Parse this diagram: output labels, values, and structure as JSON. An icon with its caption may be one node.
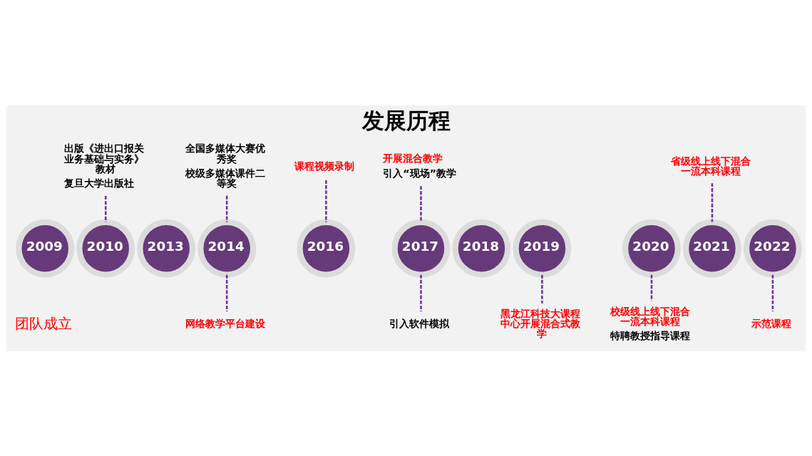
{
  "diagram": {
    "title": "发展历程",
    "nodes": [
      {
        "text": [
          "2009"
        ],
        "beside": [
          "团队成立"
        ]
      },
      {
        "text": [
          "2010"
        ]
      },
      {
        "text": [
          "2013"
        ]
      },
      {
        "text": [
          "2014"
        ]
      },
      {
        "text": [
          "2016"
        ]
      },
      {
        "text": [
          "2017"
        ]
      },
      {
        "text": [
          "2018"
        ]
      },
      {
        "text": [
          "2019"
        ]
      },
      {
        "text": [
          "2020"
        ]
      },
      {
        "text": [
          "2021"
        ]
      },
      {
        "text": [
          "2022"
        ]
      },
      {
        "text": [
          "出版《进出口报关业务基础与实务》教材",
          "复旦大学出版社"
        ]
      },
      {
        "text": [
          "全国多媒体大赛优秀奖",
          "校级多媒体课件二等奖"
        ]
      },
      {
        "text": [
          "网络教学平台建设"
        ]
      },
      {
        "text": [
          "课程视频录制"
        ]
      },
      {
        "text": [
          "开展混合教学",
          "引入“现场”教学"
        ]
      },
      {
        "text": [
          "引入软件模拟"
        ]
      },
      {
        "text": [
          "黑龙江科技大课程中心开展混合式教学"
        ]
      },
      {
        "text": [
          "校级线上线下混合一流本科课程",
          "特聘教授指导课程"
        ]
      },
      {
        "text": [
          "省级线上线下混合一流本科课程"
        ]
      },
      {
        "text": [
          "示范课程"
        ]
      }
    ],
    "edges": [
      {
        "from": 11,
        "to": 1,
        "arrow": "none",
        "style": "dashed"
      },
      {
        "from": 12,
        "to": 3,
        "arrow": "none",
        "style": "dashed"
      },
      {
        "from": 3,
        "to": 13,
        "arrow": "none",
        "style": "dashed"
      },
      {
        "from": 14,
        "to": 4,
        "arrow": "none",
        "style": "dashed"
      },
      {
        "from": 15,
        "to": 5,
        "arrow": "none",
        "style": "dashed"
      },
      {
        "from": 5,
        "to": 16,
        "arrow": "none",
        "style": "dashed"
      },
      {
        "from": 7,
        "to": 17,
        "arrow": "none",
        "style": "dashed"
      },
      {
        "from": 8,
        "to": 18,
        "arrow": "none",
        "style": "dashed"
      },
      {
        "from": 19,
        "to": 9,
        "arrow": "none",
        "style": "dashed"
      },
      {
        "from": 10,
        "to": 20,
        "arrow": "none",
        "style": "dashed"
      }
    ]
  }
}
